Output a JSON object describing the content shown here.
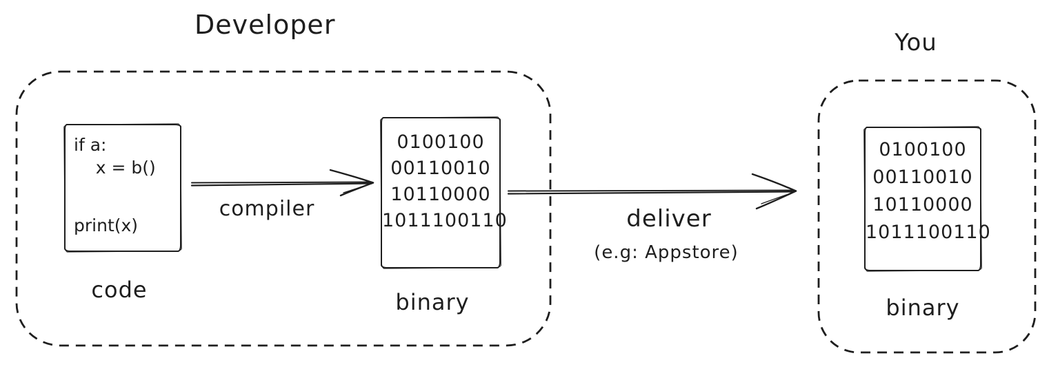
{
  "colors": {
    "ink": "#1e1e1e",
    "background": "#ffffff"
  },
  "developer": {
    "title": "Developer",
    "code_card": {
      "lines": [
        "if a:",
        "    x = b()",
        "print(x)"
      ],
      "label": "code"
    },
    "compiler_arrow": {
      "label": "compiler"
    },
    "binary_card": {
      "lines": [
        "0100100",
        "00110010",
        "10110000",
        "1011100110"
      ],
      "label": "binary"
    }
  },
  "deliver_arrow": {
    "label": "deliver",
    "sublabel": "(e.g: Appstore)"
  },
  "you": {
    "title": "You",
    "binary_card": {
      "lines": [
        "0100100",
        "00110010",
        "10110000",
        "1011100110"
      ],
      "label": "binary"
    }
  }
}
